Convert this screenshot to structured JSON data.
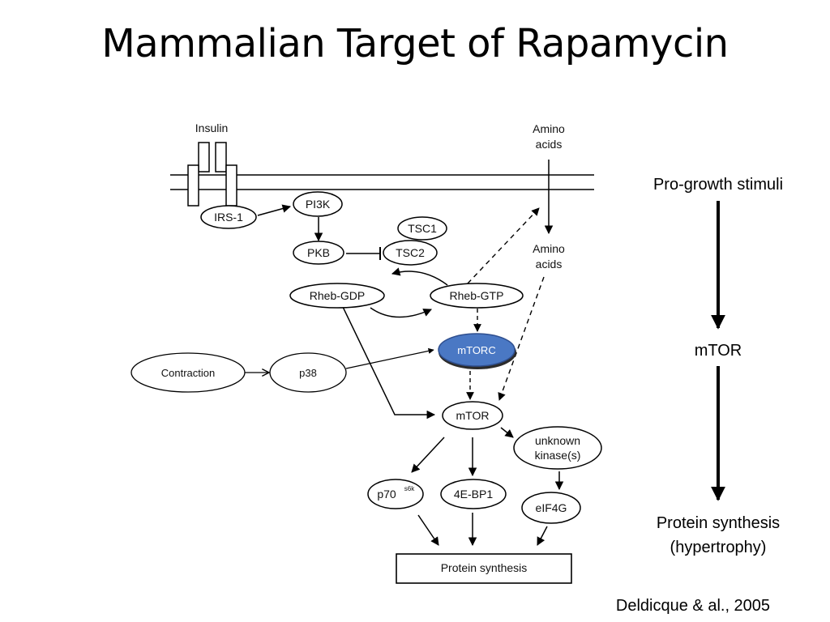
{
  "title": "Mammalian Target of Rapamycin",
  "pathway": {
    "insulin": "Insulin",
    "amino_acids_top": [
      "Amino",
      "acids"
    ],
    "amino_acids_mid": [
      "Amino",
      "acids"
    ],
    "irs1": "IRS-1",
    "pi3k": "PI3K",
    "tsc1": "TSC1",
    "tsc2": "TSC2",
    "pkb": "PKB",
    "rheb_gdp": "Rheb-GDP",
    "rheb_gtp": "Rheb-GTP",
    "mtorc": "mTORC",
    "contraction": "Contraction",
    "p38": "p38",
    "mtor": "mTOR",
    "unknown_kinase": [
      "unknown",
      "kinase(s)"
    ],
    "p70": "p70",
    "p70_sup": "s6k",
    "eb41": "4E-BP1",
    "eif4g": "eIF4G",
    "protein_synthesis": "Protein synthesis"
  },
  "summary": {
    "top": "Pro-growth stimuli",
    "middle": "mTOR",
    "bottom_line1": "Protein synthesis",
    "bottom_line2": "(hypertrophy)"
  },
  "citation": "Deldicque & al., 2005",
  "colors": {
    "mtorc_fill": "#4a78c4",
    "mtorc_stroke": "#2f4f8f",
    "line": "#000000"
  }
}
